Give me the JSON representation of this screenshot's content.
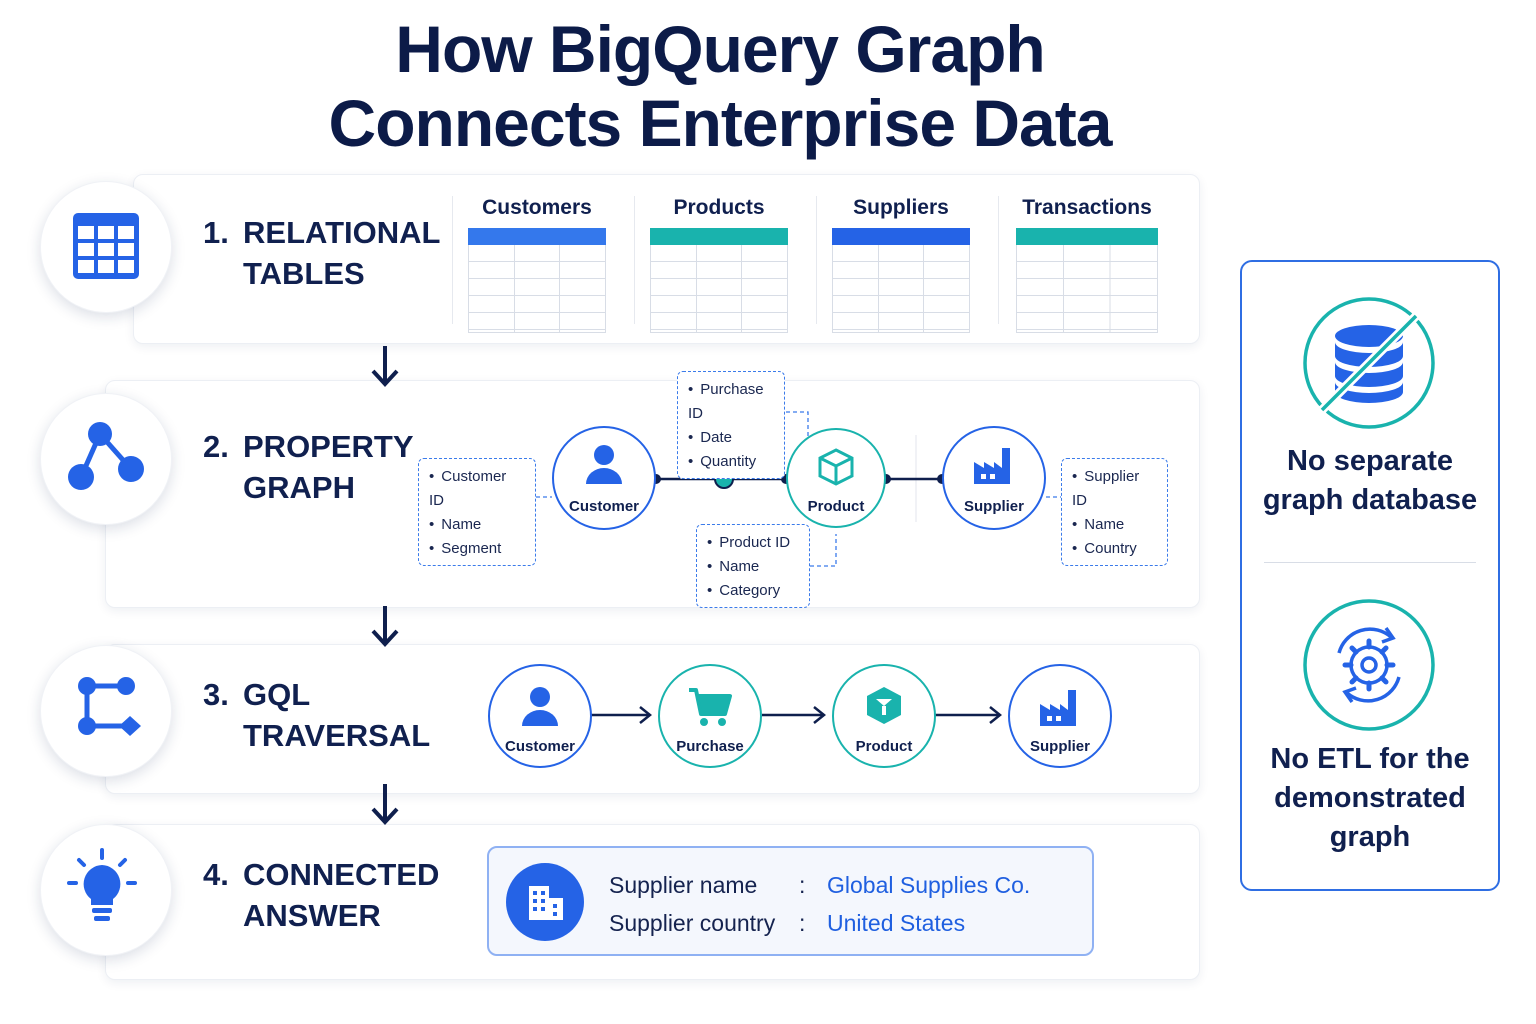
{
  "title": {
    "line1": "How BigQuery Graph",
    "line2": "Connects Enterprise Data"
  },
  "steps": [
    {
      "num": "1.",
      "line1": "RELATIONAL",
      "line2": "TABLES",
      "icon": "table-icon"
    },
    {
      "num": "2.",
      "line1": "PROPERTY",
      "line2": "GRAPH",
      "icon": "graph-nodes-icon"
    },
    {
      "num": "3.",
      "line1": "GQL",
      "line2": "TRAVERSAL",
      "icon": "traversal-path-icon"
    },
    {
      "num": "4.",
      "line1": "CONNECTED",
      "line2": "ANSWER",
      "icon": "lightbulb-icon"
    }
  ],
  "tables": [
    {
      "name": "Customers",
      "header_color": "#3478ec"
    },
    {
      "name": "Products",
      "header_color": "#19b3ad"
    },
    {
      "name": "Suppliers",
      "header_color": "#2563e6"
    },
    {
      "name": "Transactions",
      "header_color": "#19b3ad"
    }
  ],
  "graph": {
    "nodes": [
      {
        "label": "Customer",
        "icon": "person-icon",
        "color": "#2563e6"
      },
      {
        "label": "Product",
        "icon": "cube-icon",
        "color": "#19b3ad"
      },
      {
        "label": "Supplier",
        "icon": "factory-icon",
        "color": "#2563e6"
      }
    ],
    "properties": {
      "customer": [
        "Customer ID",
        "Name",
        "Segment"
      ],
      "purchase": [
        "Purchase ID",
        "Date",
        "Quantity"
      ],
      "product": [
        "Product ID",
        "Name",
        "Category"
      ],
      "supplier": [
        "Supplier ID",
        "Name",
        "Country"
      ]
    }
  },
  "traversal": {
    "nodes": [
      {
        "label": "Customer",
        "icon": "person-icon",
        "color": "#2563e6"
      },
      {
        "label": "Purchase",
        "icon": "cart-icon",
        "color": "#19b3ad"
      },
      {
        "label": "Product",
        "icon": "box-icon",
        "color": "#19b3ad"
      },
      {
        "label": "Supplier",
        "icon": "factory-icon",
        "color": "#2563e6"
      }
    ]
  },
  "answer": {
    "rows": [
      {
        "key": "Supplier name",
        "value": "Global Supplies Co."
      },
      {
        "key": "Supplier country",
        "value": "United States"
      }
    ],
    "icon": "building-icon"
  },
  "side_panel": {
    "item1": {
      "line1": "No separate",
      "line2": "graph database",
      "icon": "no-database-icon"
    },
    "item2": {
      "line1": "No ETL for the",
      "line2": "demonstrated",
      "line3": "graph",
      "icon": "gear-cycle-icon"
    }
  },
  "colors": {
    "blue": "#2563e6",
    "teal": "#19b3ad",
    "navy": "#10204f"
  }
}
